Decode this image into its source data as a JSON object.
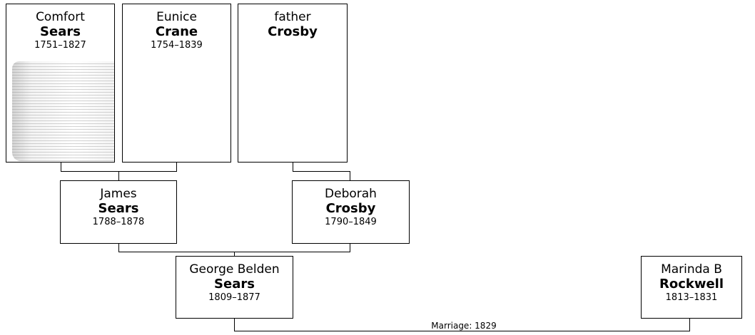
{
  "people": {
    "comfort_sears": {
      "given": "Comfort",
      "surname": "Sears",
      "dates": "1751–1827"
    },
    "eunice_crane": {
      "given": "Eunice",
      "surname": "Crane",
      "dates": "1754–1839"
    },
    "father_crosby": {
      "given": "father",
      "surname": "Crosby",
      "dates": ""
    },
    "james_sears": {
      "given": "James",
      "surname": "Sears",
      "dates": "1788–1878"
    },
    "deborah_crosby": {
      "given": "Deborah",
      "surname": "Crosby",
      "dates": "1790–1849"
    },
    "george_sears": {
      "given": "George Belden",
      "surname": "Sears",
      "dates": "1809–1877"
    },
    "marinda_rockwell": {
      "given": "Marinda B",
      "surname": "Rockwell",
      "dates": "1813–1831"
    }
  },
  "marriage": {
    "label": "Marriage: 1829"
  }
}
